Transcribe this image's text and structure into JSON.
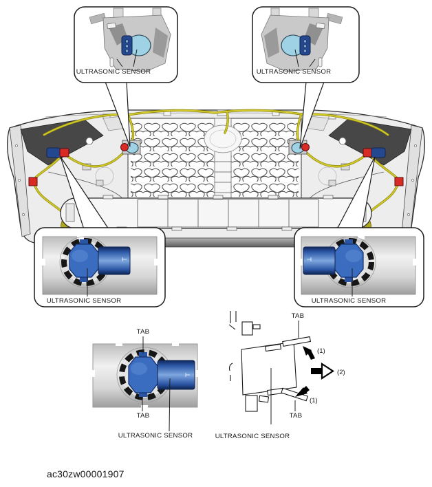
{
  "figure_code": "ac30zw00001907",
  "labels": {
    "ultrasonic_sensor": "ULTRASONIC SENSOR",
    "tab": "TAB",
    "step1": "(1)",
    "step2": "(2)"
  },
  "colors": {
    "sensor_highlight_cyan": "#9fd2e4",
    "sensor_body_blue": "#3a6cc0",
    "connector_blue": "#24488f",
    "connector_red": "#d92b25",
    "harness_yellow": "#d6cc28",
    "harness_shadow": "#8f8a12"
  }
}
